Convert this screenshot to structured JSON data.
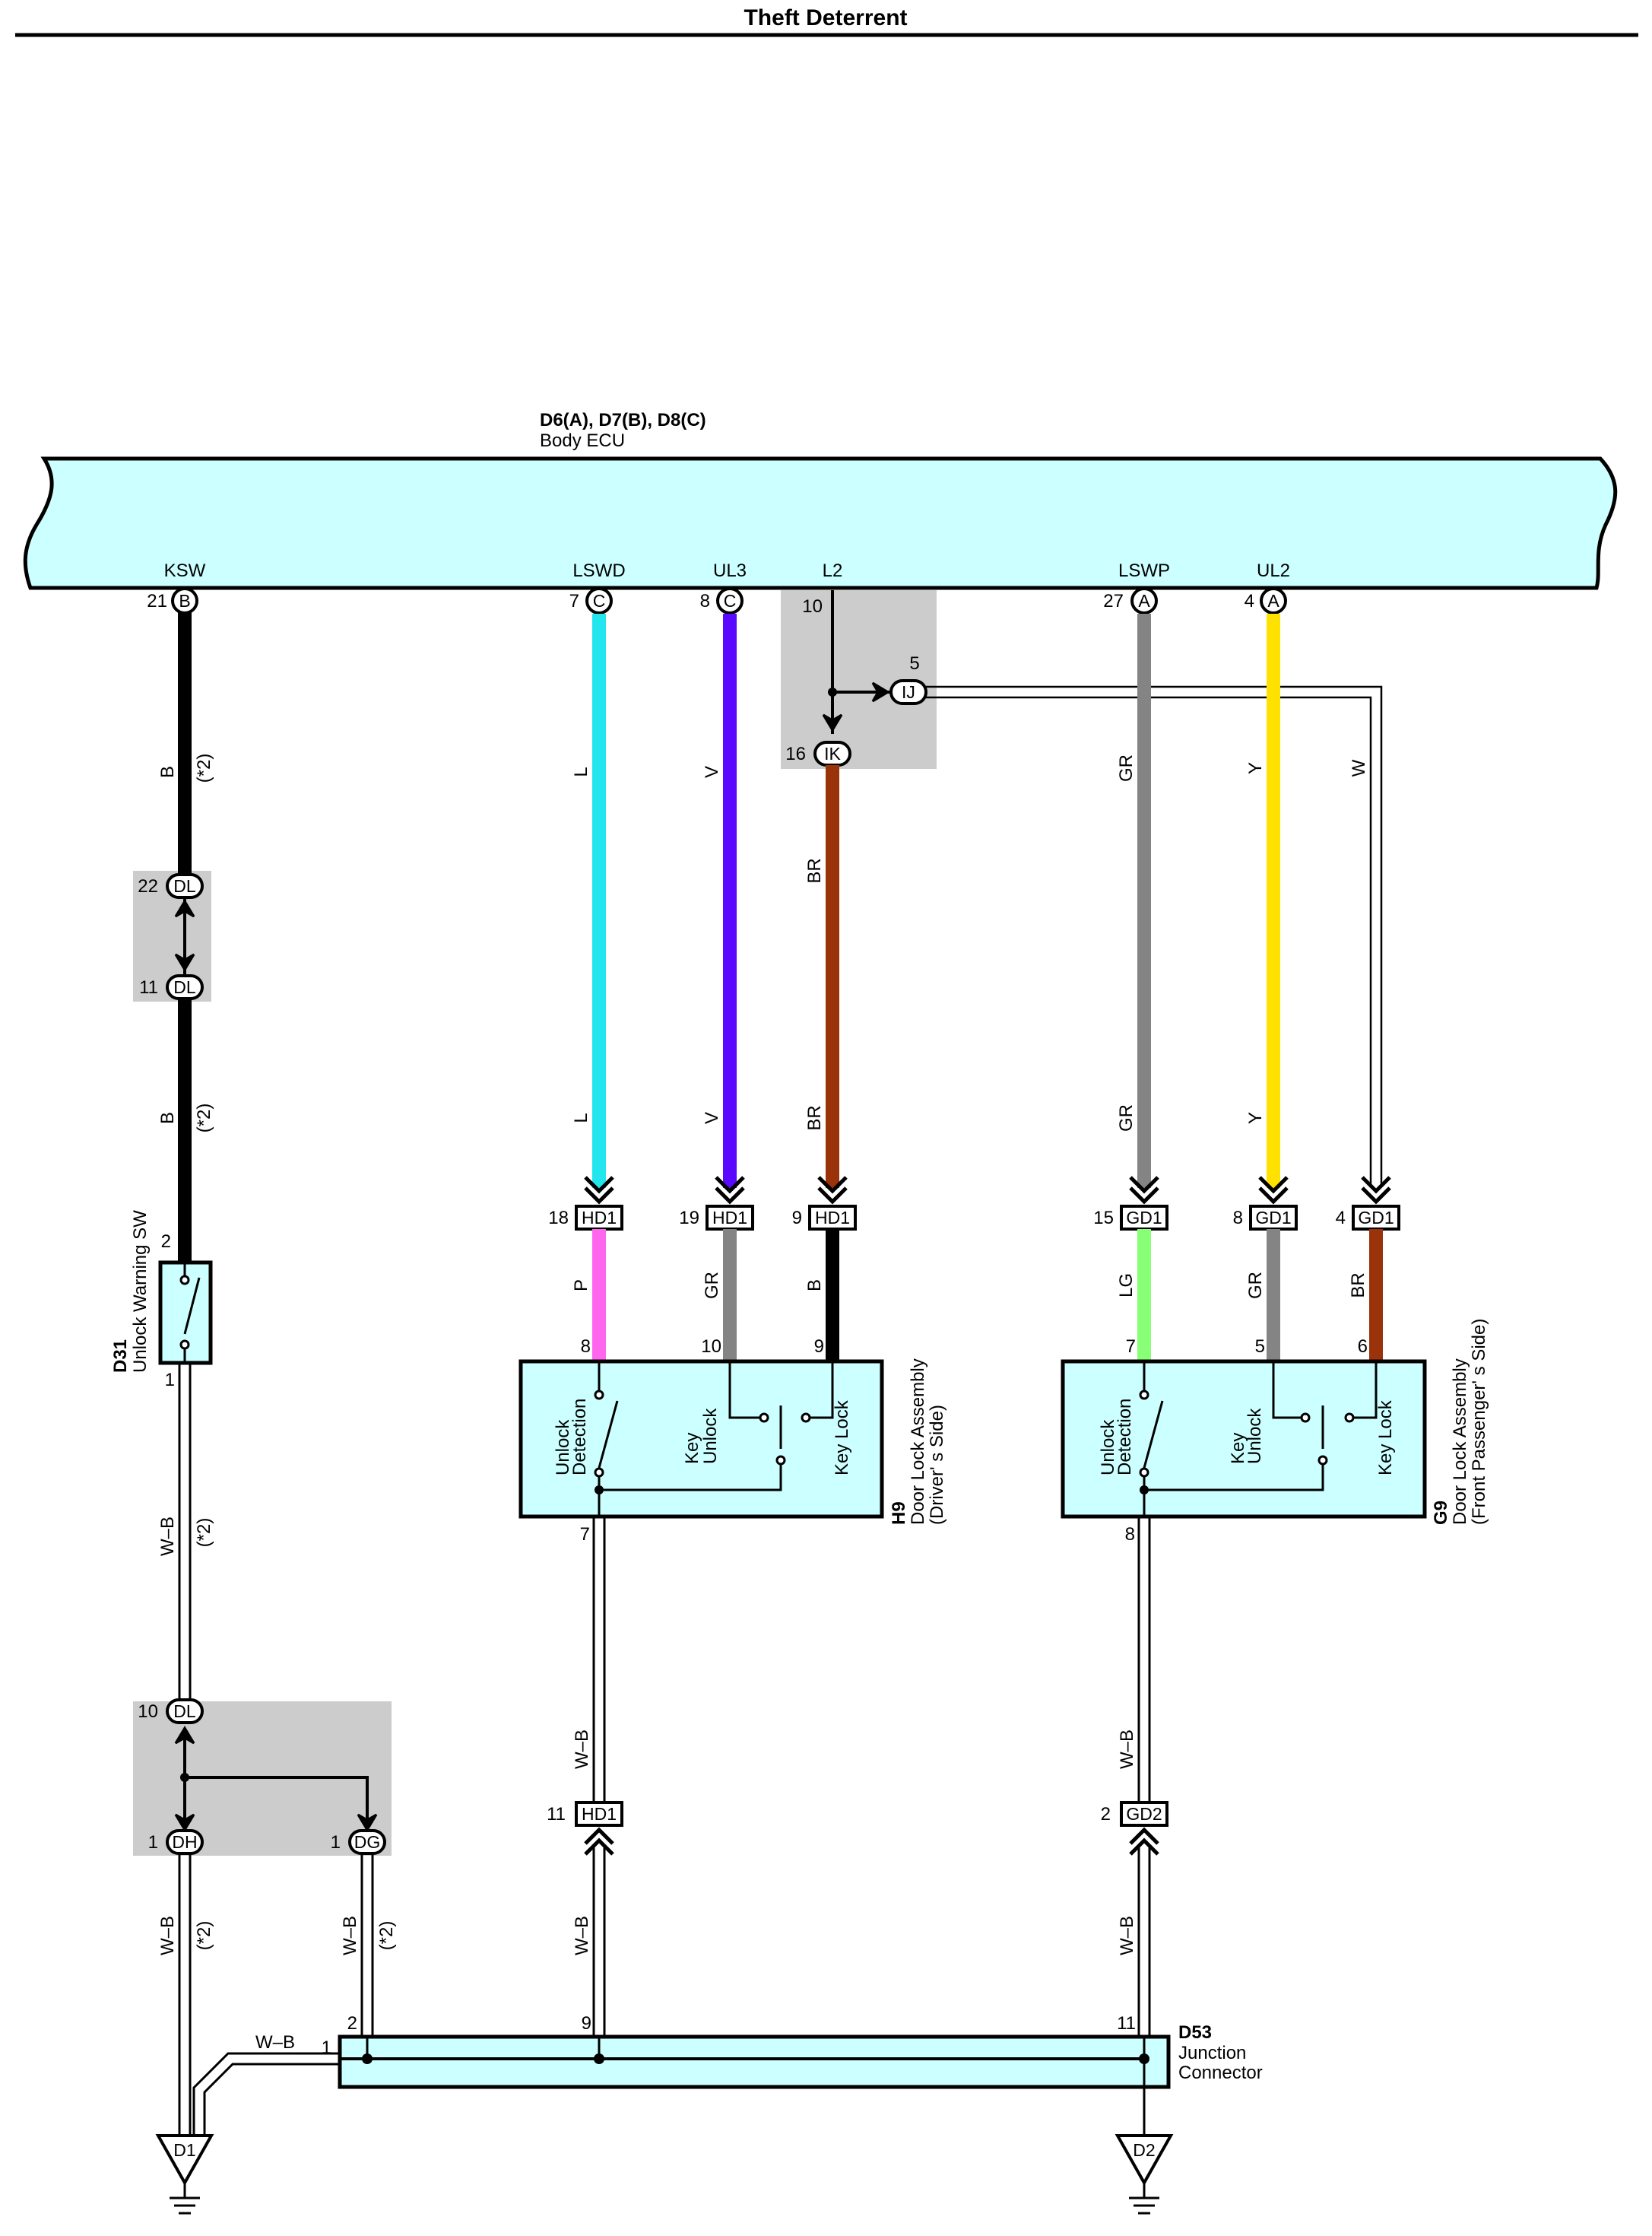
{
  "title": "Theft Deterrent",
  "ecu": {
    "ref": "D6(A), D7(B), D8(C)",
    "name": "Body ECU",
    "pins": [
      {
        "name": "KSW",
        "num": "21",
        "conn": "B"
      },
      {
        "name": "LSWD",
        "num": "7",
        "conn": "C"
      },
      {
        "name": "UL3",
        "num": "8",
        "conn": "C"
      },
      {
        "name": "L2",
        "num": "10",
        "conn": ""
      },
      {
        "name": "LSWP",
        "num": "27",
        "conn": "A"
      },
      {
        "name": "UL2",
        "num": "4",
        "conn": "A"
      }
    ]
  },
  "colors": {
    "ecu_fill": "#ccffff",
    "L": "#22e5ee",
    "V": "#5a08ff",
    "BR": "#9a3309",
    "GR": "#848484",
    "Y": "#ffe100",
    "P": "#ff66ee",
    "LG": "#88ff77",
    "B": "#000000",
    "splice": "#cccccc"
  },
  "wire_labels": {
    "b": "B",
    "star2": "(*2)",
    "l": "L",
    "v": "V",
    "br": "BR",
    "gr": "GR",
    "y": "Y",
    "w": "W",
    "p": "P",
    "lg": "LG",
    "wb": "W–B"
  },
  "connectors": {
    "dl22": {
      "num": "22",
      "code": "DL"
    },
    "dl11": {
      "num": "11",
      "code": "DL"
    },
    "dl10": {
      "num": "10",
      "code": "DL"
    },
    "dh1": {
      "num": "1",
      "code": "DH"
    },
    "dg1": {
      "num": "1",
      "code": "DG"
    },
    "ij5": {
      "num": "5",
      "code": "IJ"
    },
    "ik16": {
      "num": "16",
      "code": "IK"
    },
    "l2_10": {
      "num": "10"
    },
    "hd1_18": {
      "num": "18",
      "code": "HD1"
    },
    "hd1_19": {
      "num": "19",
      "code": "HD1"
    },
    "hd1_9": {
      "num": "9",
      "code": "HD1"
    },
    "gd1_15": {
      "num": "15",
      "code": "GD1"
    },
    "gd1_8": {
      "num": "8",
      "code": "GD1"
    },
    "gd1_4": {
      "num": "4",
      "code": "GD1"
    },
    "hd1_11": {
      "num": "11",
      "code": "HD1"
    },
    "gd2_2": {
      "num": "2",
      "code": "GD2"
    }
  },
  "d31": {
    "ref": "D31",
    "name": "Unlock Warning SW",
    "pin_top": "2",
    "pin_bottom": "1"
  },
  "h9": {
    "ref": "H9",
    "name": "Door Lock Assembly",
    "side": "(Driver' s Side)",
    "pins": [
      "8",
      "10",
      "9",
      "7"
    ],
    "unlock_det_1": "Unlock",
    "unlock_det_2": "Detection",
    "key_unlock_1": "Key",
    "key_unlock_2": "Unlock",
    "key_lock": "Key Lock"
  },
  "g9": {
    "ref": "G9",
    "name": "Door Lock Assembly",
    "side": "(Front Passenger' s Side)",
    "pins": [
      "7",
      "5",
      "6",
      "8"
    ],
    "unlock_det_1": "Unlock",
    "unlock_det_2": "Detection",
    "key_unlock_1": "Key",
    "key_unlock_2": "Unlock",
    "key_lock": "Key Lock"
  },
  "d53": {
    "ref": "D53",
    "name_1": "Junction",
    "name_2": "Connector",
    "pins": [
      "1",
      "2",
      "9",
      "11"
    ]
  },
  "grounds": {
    "d1": "D1",
    "d2": "D2"
  }
}
